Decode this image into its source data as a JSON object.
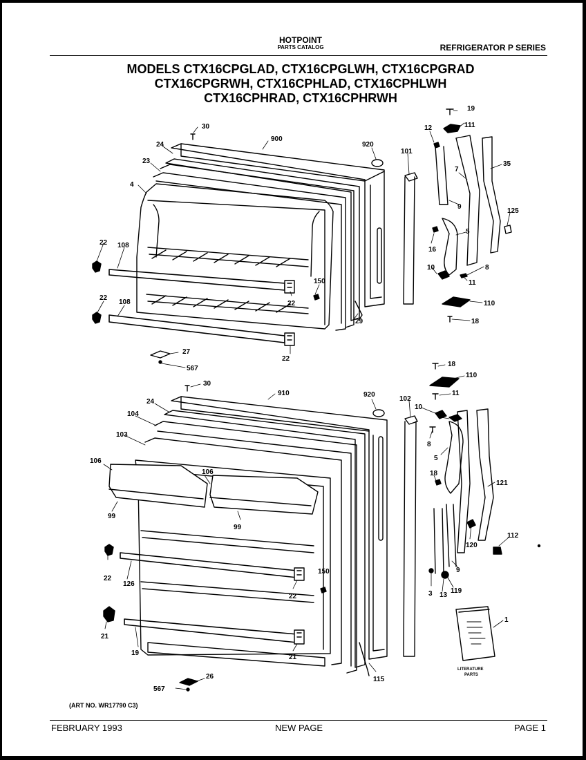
{
  "header": {
    "brand": "HOTPOINT",
    "catalog": "PARTS CATALOG",
    "series": "REFRIGERATOR  P  SERIES"
  },
  "models": {
    "line1": "MODELS CTX16CPGLAD, CTX16CPGLWH, CTX16CPGRAD",
    "line2": "CTX16CPGRWH, CTX16CPHLAD, CTX16CPHLWH",
    "line3": "CTX16CPHRAD, CTX16CPHRWH"
  },
  "part_labels": {
    "p30a": "30",
    "p900": "900",
    "p920a": "920",
    "p24a": "24",
    "p23": "23",
    "p4": "4",
    "p101": "101",
    "p12": "12",
    "p19a": "19",
    "p111": "111",
    "p7": "7",
    "p35": "35",
    "p9a": "9",
    "p125": "125",
    "p16a": "16",
    "p5a": "5",
    "p10a": "10",
    "p8a": "8",
    "p11a": "11",
    "p110a": "110",
    "p18a": "18",
    "p22a": "22",
    "p108a": "108",
    "p22b": "22",
    "p150a": "150",
    "p22c": "22",
    "p108b": "108",
    "p29": "29",
    "p22d": "22",
    "p27": "27",
    "p567a": "567",
    "p30b": "30",
    "p910": "910",
    "p920b": "920",
    "p24b": "24",
    "p104": "104",
    "p103": "103",
    "p106a": "106",
    "p106b": "106",
    "p99a": "99",
    "p99b": "99",
    "p102": "102",
    "p18b": "18",
    "p110b": "110",
    "p11b": "11",
    "p10b": "10",
    "p8b": "8",
    "p5b": "5",
    "p18c": "18",
    "p121": "121",
    "p120": "120",
    "p112": "112",
    "p9b": "9",
    "p3": "3",
    "p13": "13",
    "p119": "119",
    "p22e": "22",
    "p126": "126",
    "p150b": "150",
    "p22f": "22",
    "p21a": "21",
    "p19b": "19",
    "p21b": "21",
    "p115": "115",
    "p1": "1",
    "p26": "26",
    "p567b": "567"
  },
  "literature": {
    "line1": "LITERATURE",
    "line2": "PARTS"
  },
  "footer": {
    "art_no": "(ART NO. WR17790 C3)",
    "date": "FEBRUARY 1993",
    "note": "NEW PAGE",
    "page": "PAGE 1"
  },
  "colors": {
    "ink": "#000000",
    "paper": "#ffffff"
  }
}
